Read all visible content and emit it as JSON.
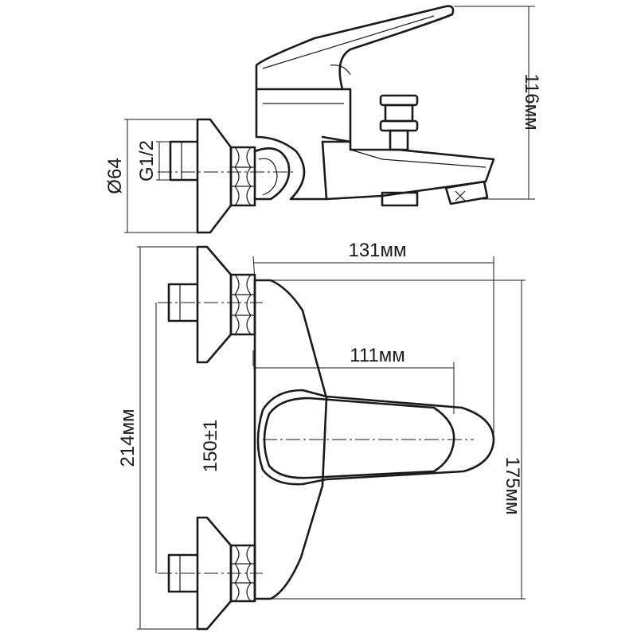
{
  "dimensions": {
    "height_top": "116мм",
    "diameter": "Ø64",
    "thread": "G1/2",
    "width_total": "131мм",
    "width_handle": "111мм",
    "height_total": "214мм",
    "center_distance": "150±1",
    "height_body": "175мм"
  },
  "colors": {
    "stroke": "#1a1a1a",
    "background": "#ffffff"
  }
}
